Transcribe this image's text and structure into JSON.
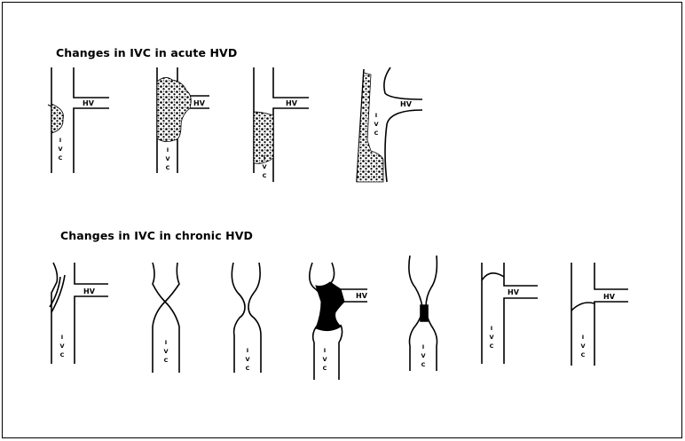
{
  "headings": {
    "acute": "Changes in IVC in acute HVD",
    "chronic": "Changes in IVC in chronic HVD"
  },
  "labels": {
    "hv": "HV",
    "ivc_letters": [
      "I",
      "V",
      "C"
    ]
  },
  "colors": {
    "line": "#000000",
    "background": "#ffffff",
    "thrombus": "#000000"
  }
}
